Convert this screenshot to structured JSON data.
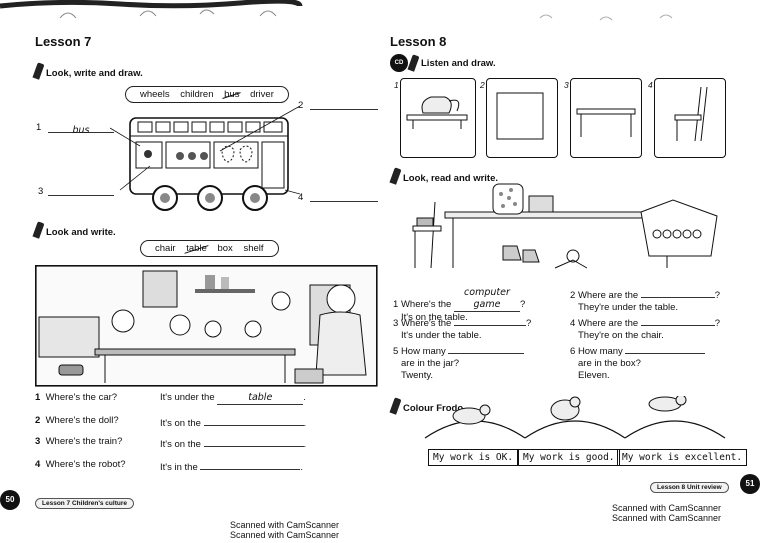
{
  "left": {
    "lesson_title": "Lesson 7",
    "instr1": "Look, write and draw.",
    "wordbox1": [
      "wheels",
      "children",
      "bus",
      "driver"
    ],
    "bus_labels": {
      "n1": "1",
      "n1_answer": "bus",
      "n2": "2",
      "n3": "3",
      "n4": "4"
    },
    "instr2": "Look and write.",
    "wordbox2": [
      "chair",
      "table",
      "box",
      "shelf"
    ],
    "questions": [
      {
        "num": "1",
        "q": "Where's the car?",
        "a": "It's under the",
        "ans": "table"
      },
      {
        "num": "2",
        "q": "Where's the doll?",
        "a": "It's on the",
        "ans": ""
      },
      {
        "num": "3",
        "q": "Where's the train?",
        "a": "It's on the",
        "ans": ""
      },
      {
        "num": "4",
        "q": "Where's the robot?",
        "a": "It's in the",
        "ans": ""
      }
    ],
    "page_number": "50",
    "footer": "Lesson 7 Children's culture"
  },
  "right": {
    "lesson_title": "Lesson 8",
    "track": "CD",
    "instr1": "Listen and draw.",
    "frames": [
      "1",
      "2",
      "3",
      "4"
    ],
    "instr2": "Look, read and write.",
    "qa": [
      {
        "num": "1",
        "q": "Where's the",
        "ans": "computer game",
        "end": "?",
        "a": "It's on the table."
      },
      {
        "num": "2",
        "q": "Where are the",
        "ans": "",
        "end": "?",
        "a": "They're under the table."
      },
      {
        "num": "3",
        "q": "Where's the",
        "ans": "",
        "end": "?",
        "a": "It's under the table."
      },
      {
        "num": "4",
        "q": "Where are the",
        "ans": "",
        "end": "?",
        "a": "They're on the chair."
      },
      {
        "num": "5",
        "q": "How many",
        "q2": "are in the jar?",
        "ans": "",
        "end": "",
        "a": "Twenty."
      },
      {
        "num": "6",
        "q": "How many",
        "q2": "are in the box?",
        "ans": "",
        "end": "",
        "a": "Eleven."
      }
    ],
    "instr3": "Colour Frodo.",
    "work_buttons": [
      "My work is OK.",
      "My work is good.",
      "My work is excellent."
    ],
    "footer": "Lesson 8 Unit review",
    "page_number": "51"
  },
  "scanner": {
    "left_lines": [
      "Scanned with CamScanner",
      "Scanned with CamScanner"
    ],
    "right_lines": [
      "Scanned with CamScanner",
      "Scanned with CamScanner"
    ]
  }
}
